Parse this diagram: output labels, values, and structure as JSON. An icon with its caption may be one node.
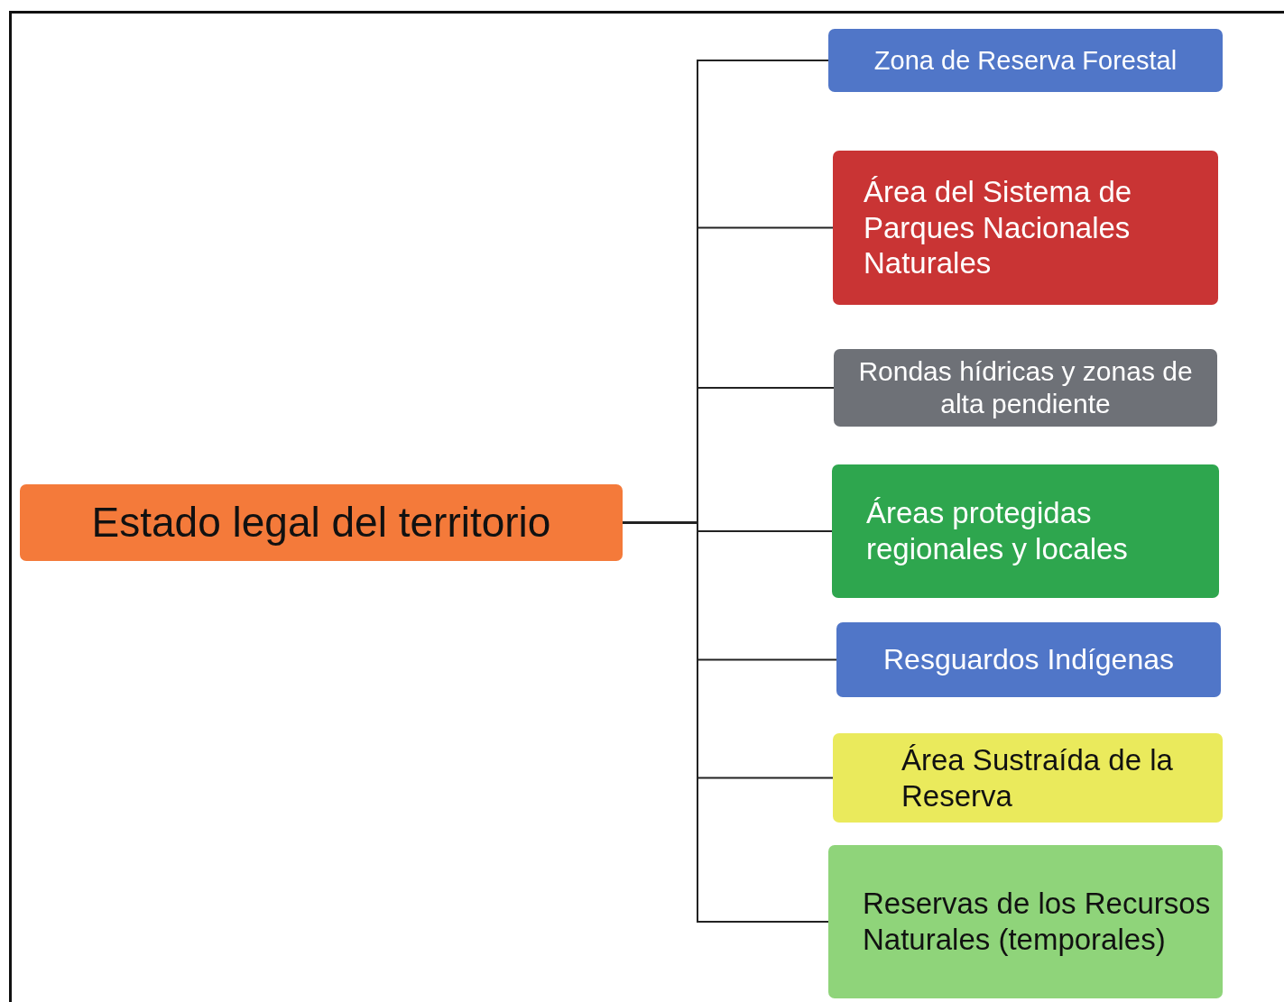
{
  "diagram": {
    "nodes": [
      {
        "text": [
          "Estado legal del territorio"
        ]
      },
      {
        "text": [
          "Zona de Reserva Forestal"
        ]
      },
      {
        "text": [
          "Área del Sistema de Parques Nacionales Naturales"
        ]
      },
      {
        "text": [
          "Rondas hídricas y zonas de alta pendiente"
        ]
      },
      {
        "text": [
          "Áreas protegidas regionales y locales"
        ]
      },
      {
        "text": [
          "Resguardos Indígenas"
        ]
      },
      {
        "text": [
          "Área Sustraída de la Reserva"
        ]
      },
      {
        "text": [
          "Reservas de los Recursos Naturales (temporales)"
        ]
      }
    ],
    "edges": [
      {
        "from": 0,
        "to": 1,
        "arrow": "none"
      },
      {
        "from": 0,
        "to": 2,
        "arrow": "none"
      },
      {
        "from": 0,
        "to": 3,
        "arrow": "none"
      },
      {
        "from": 0,
        "to": 4,
        "arrow": "none"
      },
      {
        "from": 0,
        "to": 5,
        "arrow": "none"
      },
      {
        "from": 0,
        "to": 6,
        "arrow": "none"
      },
      {
        "from": 0,
        "to": 7,
        "arrow": "none"
      }
    ]
  }
}
